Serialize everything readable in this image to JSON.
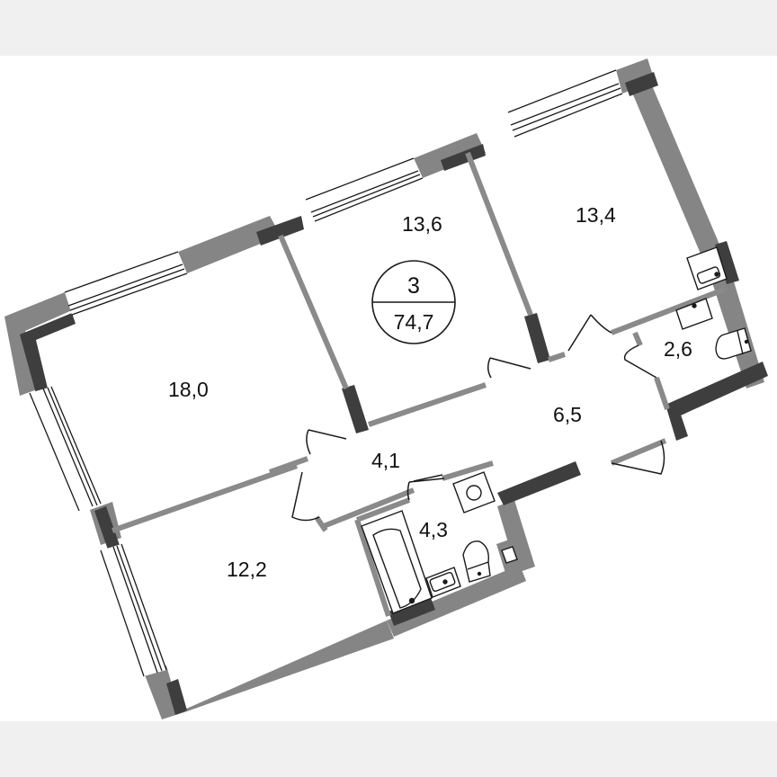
{
  "plan": {
    "apartment_badge": {
      "rooms_count": "3",
      "total_area": "74,7"
    },
    "rooms": [
      {
        "id": "living-room",
        "area": "18,0"
      },
      {
        "id": "bedroom-middle",
        "area": "13,6"
      },
      {
        "id": "bedroom-right",
        "area": "13,4"
      },
      {
        "id": "bedroom-bottom",
        "area": "12,2"
      },
      {
        "id": "hall-small",
        "area": "4,1"
      },
      {
        "id": "hall-large",
        "area": "6,5"
      },
      {
        "id": "bathroom",
        "area": "4,3"
      },
      {
        "id": "wc",
        "area": "2,6"
      }
    ],
    "colors": {
      "background": "#f0f0f0",
      "plan_background": "#ffffff",
      "outer_wall": "#858585",
      "structural_wall": "#3e3e3e",
      "partition_wall": "#8a8a8a",
      "line": "#1a1a1a"
    }
  }
}
